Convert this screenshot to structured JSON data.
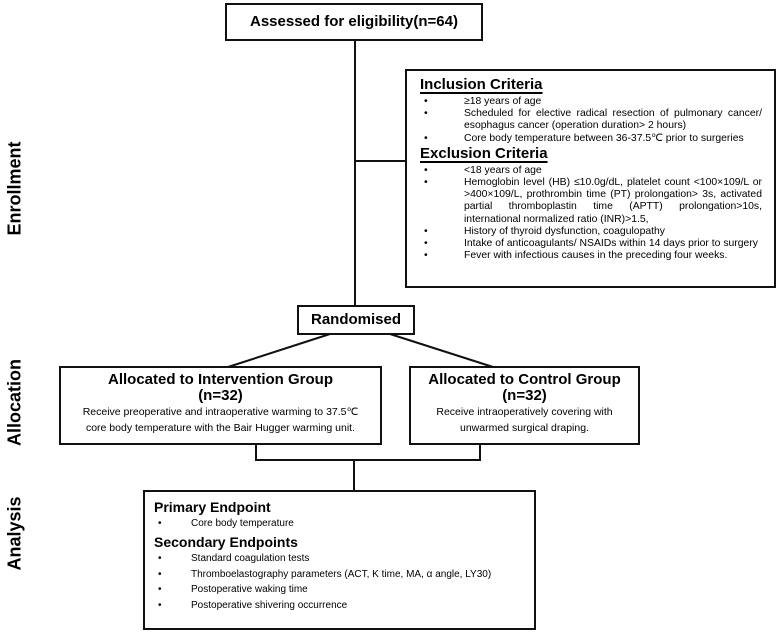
{
  "side_labels": {
    "enrollment": "Enrollment",
    "allocation": "Allocation",
    "analysis": "Analysis"
  },
  "assessed": "Assessed for eligibility(n=64)",
  "inclusion": {
    "title": "Inclusion Criteria",
    "items": [
      "≥18 years of age",
      "Scheduled for elective radical resection of pulmonary cancer/ esophagus cancer (operation duration> 2 hours)",
      "Core body temperature between 36-37.5℃ prior to surgeries"
    ]
  },
  "exclusion": {
    "title": "Exclusion Criteria",
    "items": [
      "<18 years of age",
      "Hemoglobin level (HB) ≤10.0g/dL, platelet count <100×109/L or >400×109/L, prothrombin time (PT) prolongation> 3s, activated partial thromboplastin time (APTT) prolongation>10s, international normalized ratio (INR)>1.5,",
      "History of thyroid dysfunction, coagulopathy",
      "Intake of anticoagulants/ NSAIDs within 14 days prior to surgery",
      "Fever with infectious causes in the preceding four weeks."
    ]
  },
  "randomised": "Randomised",
  "intervention": {
    "title": "Allocated to Intervention Group",
    "n": "(n=32)",
    "desc": "Receive preoperative and intraoperative warming to 37.5℃ core body temperature with the Bair Hugger warming unit."
  },
  "control": {
    "title": "Allocated to Control Group",
    "n": "(n=32)",
    "desc": "Receive intraoperatively covering with unwarmed surgical draping."
  },
  "primary": {
    "title": "Primary Endpoint",
    "items": [
      "Core body temperature"
    ]
  },
  "secondary": {
    "title": "Secondary Endpoints",
    "items": [
      "Standard coagulation tests",
      "Thromboelastography parameters (ACT, K time, MA, α angle, LY30)",
      "Postoperative waking time",
      "Postoperative shivering occurrence"
    ]
  }
}
